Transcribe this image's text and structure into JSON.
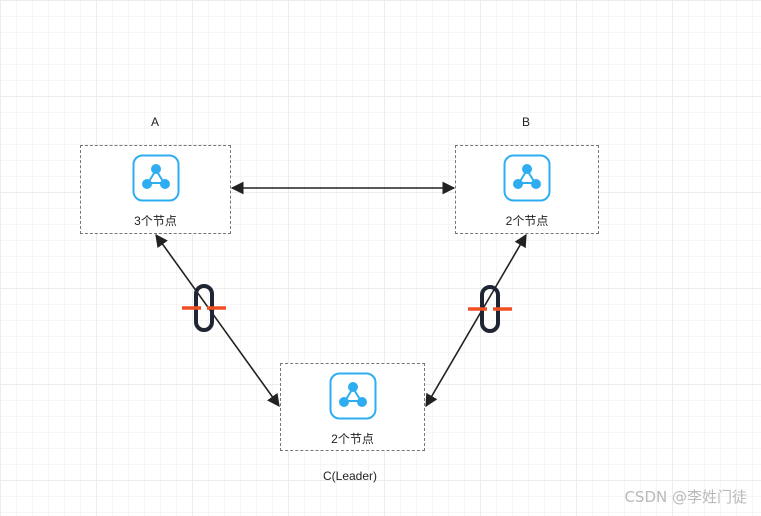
{
  "nodes": {
    "a": {
      "title": "A",
      "label": "3个节点"
    },
    "b": {
      "title": "B",
      "label": "2个节点"
    },
    "c": {
      "title": "C(Leader)",
      "label": "2个节点"
    }
  },
  "colors": {
    "icon": "#2eaef0",
    "arrow": "#222222",
    "break_mark": "#f04e23",
    "chain": "#1f2535"
  },
  "icons": {
    "node": "cluster-icon",
    "broken_link": "chain-link-icon"
  },
  "watermark": "CSDN @李姓门徒"
}
